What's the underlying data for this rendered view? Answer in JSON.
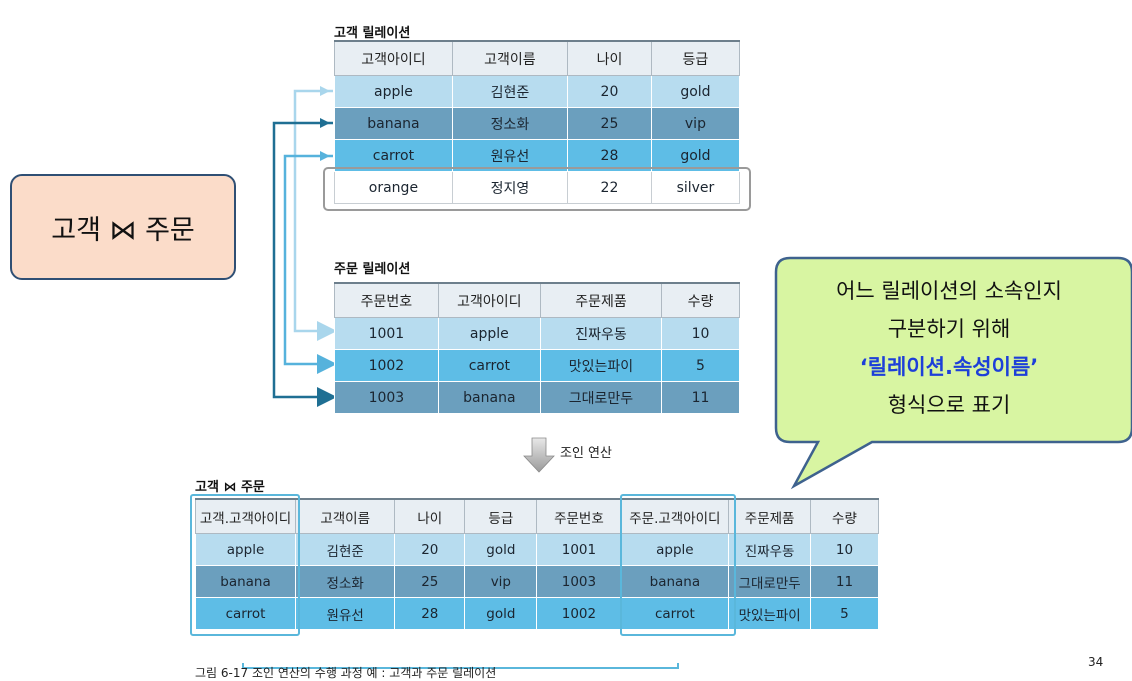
{
  "join_label": "고객 ⋈ 주문",
  "customer": {
    "caption": "고객 릴레이션",
    "headers": [
      "고객아이디",
      "고객이름",
      "나이",
      "등급"
    ],
    "rows": [
      [
        "apple",
        "김현준",
        "20",
        "gold"
      ],
      [
        "banana",
        "정소화",
        "25",
        "vip"
      ],
      [
        "carrot",
        "원유선",
        "28",
        "gold"
      ],
      [
        "orange",
        "정지영",
        "22",
        "silver"
      ]
    ]
  },
  "order": {
    "caption": "주문 릴레이션",
    "headers": [
      "주문번호",
      "고객아이디",
      "주문제품",
      "수량"
    ],
    "rows": [
      [
        "1001",
        "apple",
        "진짜우동",
        "10"
      ],
      [
        "1002",
        "carrot",
        "맛있는파이",
        "5"
      ],
      [
        "1003",
        "banana",
        "그대로만두",
        "11"
      ]
    ]
  },
  "operation_label": "조인 연산",
  "result": {
    "caption": "고객 ⋈ 주문",
    "headers": [
      "고객.고객아이디",
      "고객이름",
      "나이",
      "등급",
      "주문번호",
      "주문.고객아이디",
      "주문제품",
      "수량"
    ],
    "rows": [
      [
        "apple",
        "김현준",
        "20",
        "gold",
        "1001",
        "apple",
        "진짜우동",
        "10"
      ],
      [
        "banana",
        "정소화",
        "25",
        "vip",
        "1003",
        "banana",
        "그대로만두",
        "11"
      ],
      [
        "carrot",
        "원유선",
        "28",
        "gold",
        "1002",
        "carrot",
        "맛있는파이",
        "5"
      ]
    ]
  },
  "callout": {
    "line1": "어느 릴레이션의 소속인지",
    "line2": "구분하기 위해",
    "line3": "‘릴레이션.속성이름’",
    "line4": "형식으로 표기"
  },
  "figure_caption": "그림 6-17 조인 연산의 수행 과정 예 : 고객과 주문 릴레이션",
  "page_number": "34",
  "colors": {
    "row_light": "#b7dcef",
    "row_dark": "#6b9fbe",
    "row_mid": "#5ebde6",
    "arrow_light": "#a9d6ec",
    "arrow_dark": "#1f6f93",
    "arrow_mid": "#56b2dc",
    "callout_fill": "#d8f5a2",
    "callout_border": "#3e628e",
    "join_fill": "#fbdcc9"
  }
}
